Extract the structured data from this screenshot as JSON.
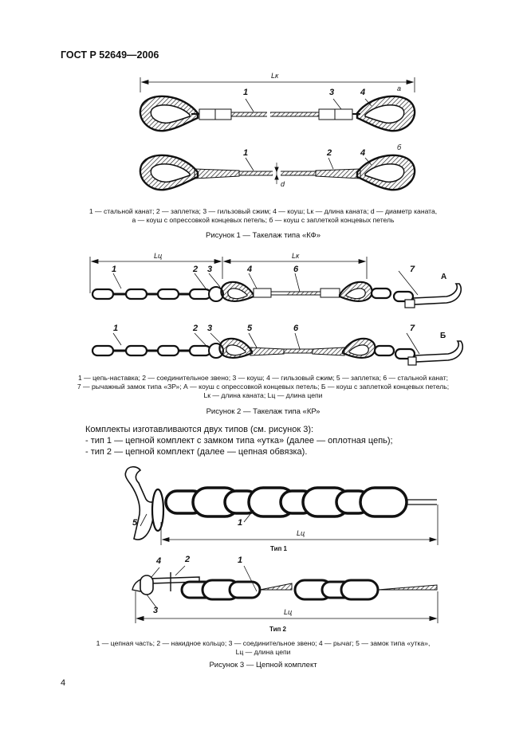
{
  "header": {
    "standard": "ГОСТ Р 52649—2006"
  },
  "fig1": {
    "label_L": "Lк",
    "label_a": "а",
    "label_b": "б",
    "label_d": "d",
    "parts_top": [
      "1",
      "3",
      "4"
    ],
    "parts_bottom": [
      "1",
      "2",
      "4"
    ],
    "caption_line1": "1 — стальной канат; 2 — заплетка; 3 — гильзовый сжим; 4 — коуш; Lк — длина каната; d — диаметр каната,",
    "caption_line2": "а — коуш с опрессовкой концевых петель; б — коуш с заплеткой концевых петель",
    "title": "Рисунок 1 — Такелаж типа «КФ»"
  },
  "fig2": {
    "label_Lc": "Lц",
    "label_Lk": "Lк",
    "label_A": "А",
    "label_B": "Б",
    "parts_top": [
      "1",
      "2",
      "3",
      "4",
      "6",
      "7"
    ],
    "parts_bottom": [
      "1",
      "2",
      "3",
      "5",
      "6",
      "7"
    ],
    "caption_line1": "1 — цепь-наставка; 2 — соединительное звено; 3 — коуш; 4 — гильзовый сжим; 5 — заплетка; 6 — стальной канат;",
    "caption_line2": "7 — рычажный замок типа «ЗР»; А — коуш с опрессовкой концевых петель; Б — коуш с заплеткой концевых петель;",
    "caption_line3": "Lк — длина каната; Lц — длина цепи",
    "title": "Рисунок 2 — Такелаж типа «КР»"
  },
  "intro": {
    "line1": "Комплекты изготавливаются двух типов (см. рисунок 3):",
    "line2": "- тип 1 — цепной комплект с замком типа «утка» (далее — оплотная цепь);",
    "line3": "- тип 2 — цепной комплект (далее — цепная обвязка)."
  },
  "fig3": {
    "type1": "Тип 1",
    "type2": "Тип 2",
    "label_L1": "Lц",
    "label_L2": "Lц",
    "parts_t1": [
      "5",
      "1"
    ],
    "parts_t2": [
      "4",
      "2",
      "1",
      "3"
    ],
    "caption_line1": "1 — цепная часть; 2 — накидное кольцо; 3 — соединительное звено; 4 — рычаг; 5 — замок типа «утка»,",
    "caption_line2": "Lц — длина цепи",
    "title": "Рисунок 3 — Цепной комплект"
  },
  "footer": {
    "page_number": "4"
  }
}
